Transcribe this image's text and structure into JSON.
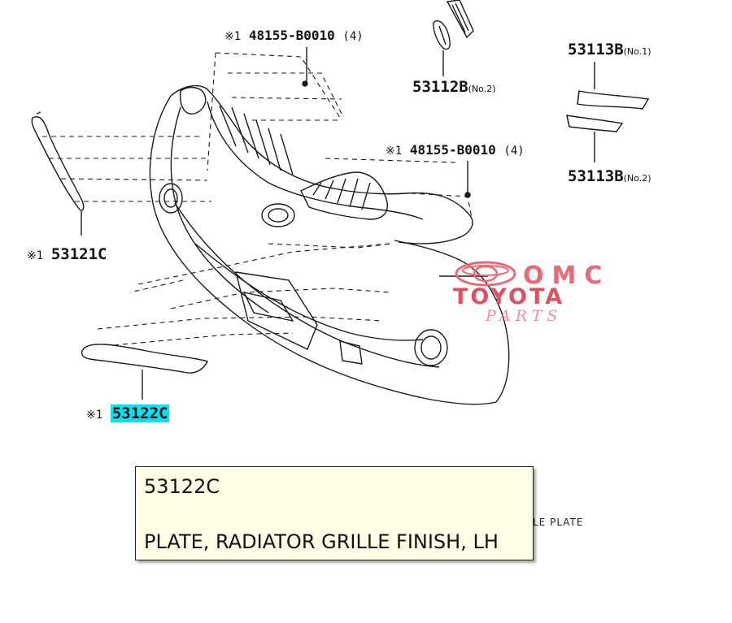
{
  "callouts": {
    "clip_top": {
      "prefix": "※1",
      "part": "48155-B0010",
      "qty": "(4)"
    },
    "clip_mid": {
      "prefix": "※1",
      "part": "48155-B0010",
      "qty": "(4)"
    },
    "emblem_no2": {
      "part": "53112B",
      "suffix": "(No.2)"
    },
    "bracket_no1": {
      "part": "53113B",
      "suffix": "(No.1)"
    },
    "bracket_no2": {
      "part": "53113B",
      "suffix": "(No.2)"
    },
    "plate_rh": {
      "prefix": "※1",
      "part": "53121C"
    },
    "plate_lh": {
      "prefix": "※1",
      "part": "53122C",
      "highlighted": true
    }
  },
  "watermark": {
    "line1": "OMC",
    "line2": "TOYOTA",
    "line3": "PARTS"
  },
  "tooltip": {
    "code": "53122C",
    "description": "PLATE, RADIATOR GRILLE FINISH, LH"
  },
  "partial_label": "LE PLATE",
  "colors": {
    "highlight": "#00e5f2",
    "tooltip_bg": "#fffde5",
    "watermark": "#e2505f",
    "line": "#1a1a1a"
  }
}
